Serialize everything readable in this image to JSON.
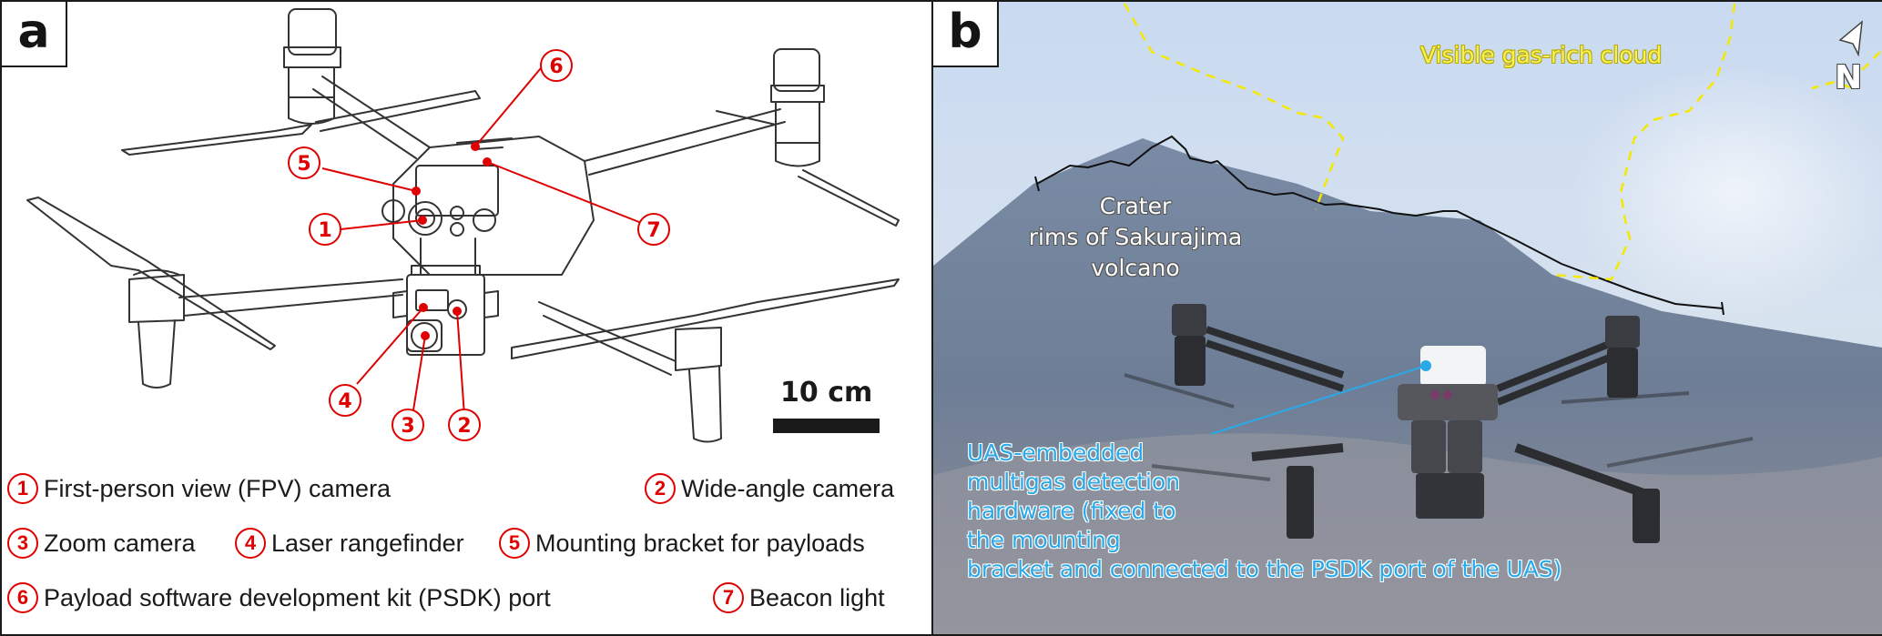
{
  "figure": {
    "panels": [
      {
        "id": "a",
        "label": "a",
        "scale_bar": {
          "label": "10 cm"
        },
        "markers": [
          {
            "number": "1",
            "target": "First-person view (FPV) camera"
          },
          {
            "number": "2",
            "target": "Wide-angle camera"
          },
          {
            "number": "3",
            "target": "Zoom camera"
          },
          {
            "number": "4",
            "target": "Laser rangefinder"
          },
          {
            "number": "5",
            "target": "Mounting bracket for payloads"
          },
          {
            "number": "6",
            "target": "Payload software development kit (PSDK) port"
          },
          {
            "number": "7",
            "target": "Beacon light"
          }
        ],
        "legend": [
          {
            "number": "1",
            "text": "First-person view (FPV) camera"
          },
          {
            "number": "2",
            "text": "Wide-angle camera"
          },
          {
            "number": "3",
            "text": "Zoom camera"
          },
          {
            "number": "4",
            "text": "Laser rangefinder"
          },
          {
            "number": "5",
            "text": "Mounting bracket for payloads"
          },
          {
            "number": "6",
            "text": "Payload software development kit (PSDK) port"
          },
          {
            "number": "7",
            "text": "Beacon light"
          }
        ]
      },
      {
        "id": "b",
        "label": "b",
        "annotations": {
          "cloud": "Visible gas-rich cloud",
          "crater_lines": [
            "Crater",
            "rims of Sakurajima",
            "volcano"
          ],
          "uas_lines": [
            "UAS-embedded",
            "multigas detection",
            "hardware (fixed to",
            "the mounting",
            "bracket and connected to the PSDK port of the UAS)"
          ],
          "north_label": "N"
        }
      }
    ]
  },
  "colors": {
    "marker_red": "#e00000",
    "cloud_yellow": "#f6f05a",
    "callout_blue": "#2aa9e8",
    "line_dark": "#1a1a1a"
  }
}
